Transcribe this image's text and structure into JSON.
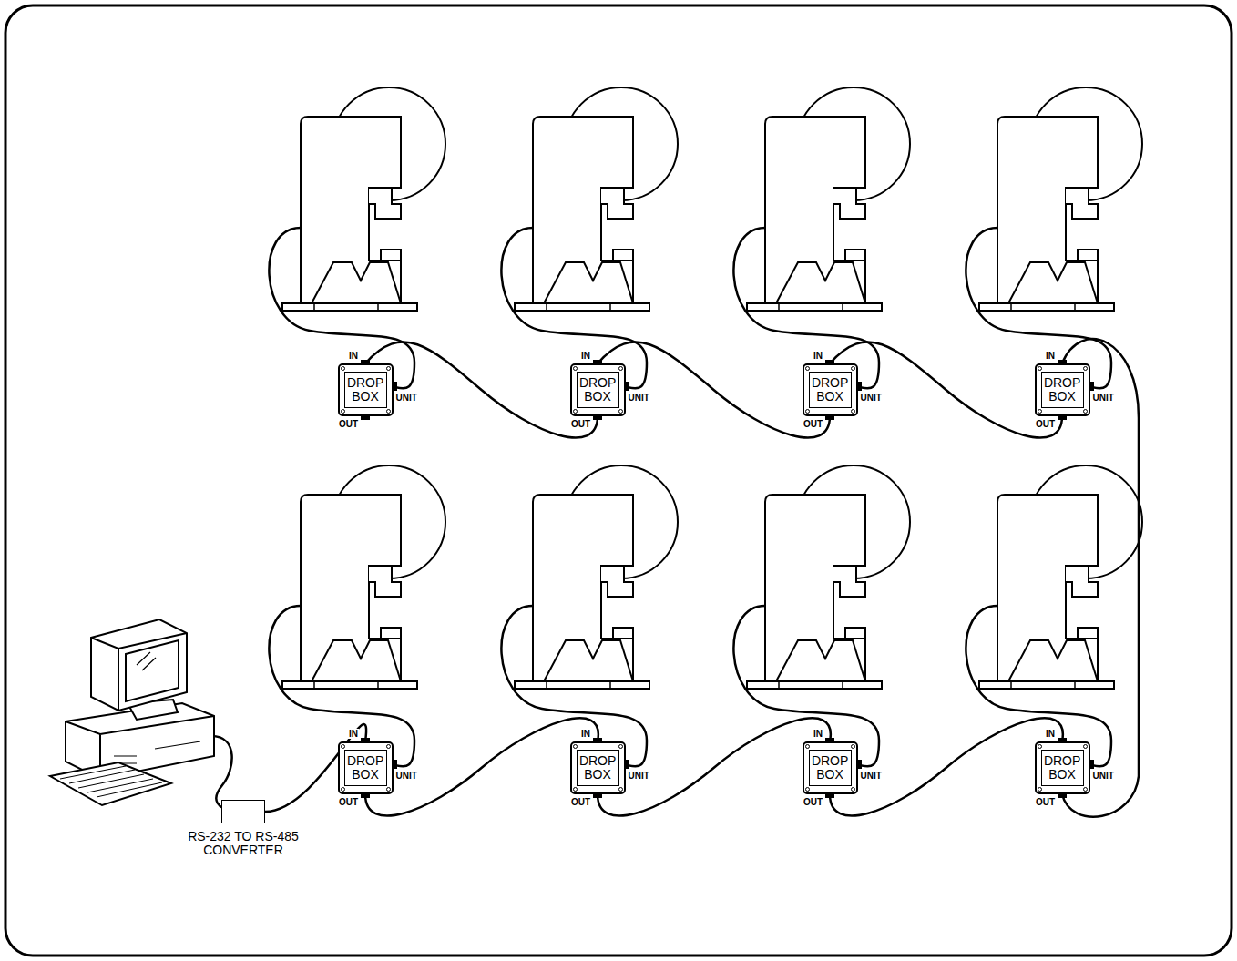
{
  "diagram": {
    "nodes": [
      {
        "text": [
          "DROP BOX"
        ]
      },
      {
        "text": [
          "DROP BOX"
        ]
      },
      {
        "text": [
          "DROP BOX"
        ]
      },
      {
        "text": [
          "DROP BOX"
        ]
      },
      {
        "text": [
          "DROP BOX"
        ]
      },
      {
        "text": [
          "DROP BOX"
        ]
      },
      {
        "text": [
          "DROP BOX"
        ]
      },
      {
        "text": [
          "DROP BOX"
        ]
      },
      {
        "text": [
          "RS-232 TO RS-485 CONVERTER"
        ]
      }
    ],
    "edges": [
      {
        "from": 8,
        "to": 4,
        "arrow": "none"
      },
      {
        "from": 4,
        "to": 5,
        "arrow": "none"
      },
      {
        "from": 5,
        "to": 6,
        "arrow": "none"
      },
      {
        "from": 6,
        "to": 7,
        "arrow": "none"
      },
      {
        "from": 7,
        "to": 3,
        "arrow": "none"
      },
      {
        "from": 3,
        "to": 2,
        "arrow": "none"
      },
      {
        "from": 2,
        "to": 1,
        "arrow": "none"
      },
      {
        "from": 1,
        "to": 0,
        "arrow": "none"
      }
    ],
    "labels": [
      "IN",
      "UNIT",
      "OUT",
      "IN",
      "UNIT",
      "OUT",
      "IN",
      "UNIT",
      "OUT",
      "IN",
      "UNIT",
      "OUT",
      "IN",
      "UNIT",
      "OUT",
      "IN",
      "UNIT",
      "OUT",
      "IN",
      "UNIT",
      "OUT",
      "IN",
      "UNIT",
      "OUT"
    ]
  }
}
